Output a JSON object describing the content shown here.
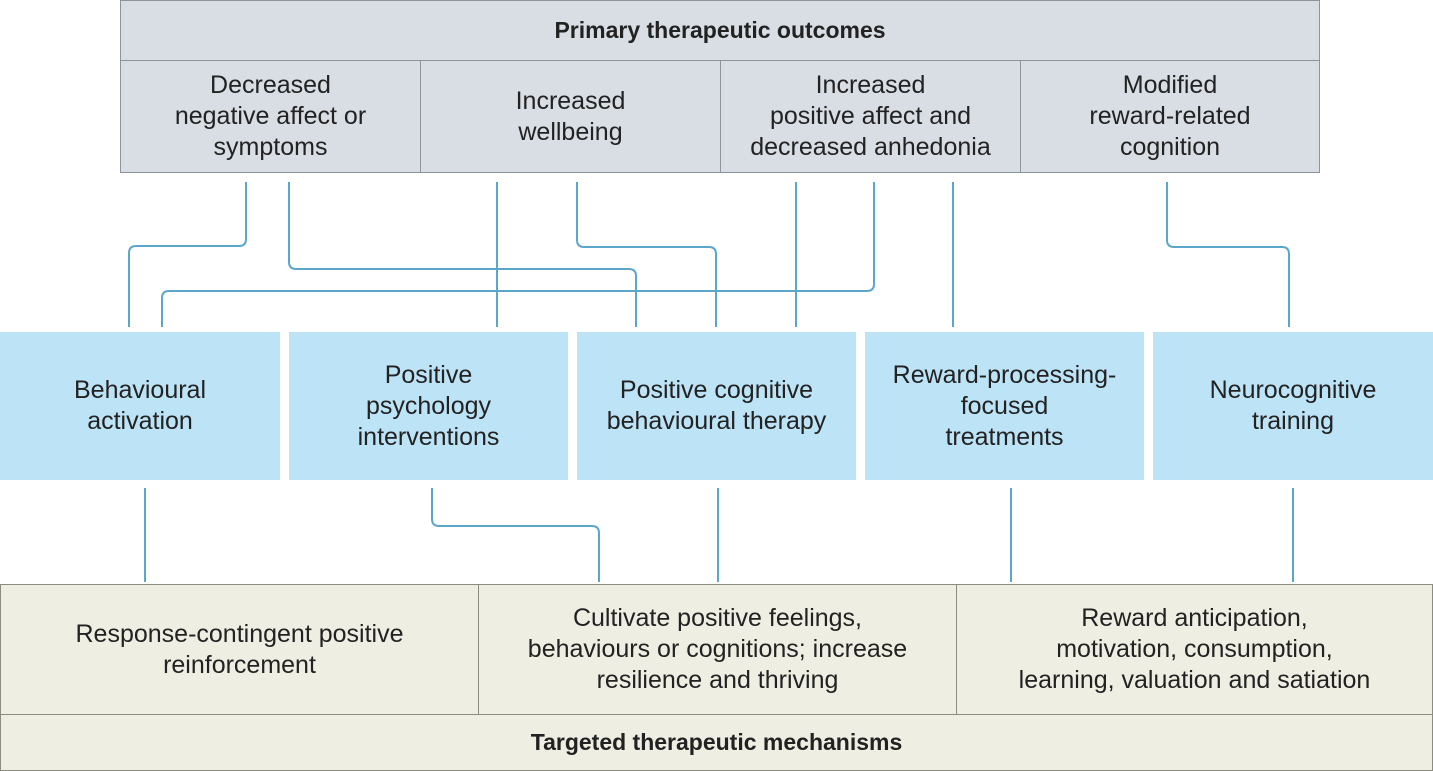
{
  "outcomes": {
    "header": "Primary therapeutic outcomes",
    "items": [
      "Decreased\nnegative affect or\nsymptoms",
      "Increased\nwellbeing",
      "Increased\npositive affect and\ndecreased anhedonia",
      "Modified\nreward-related\ncognition"
    ]
  },
  "interventions": {
    "items": [
      "Behavioural\nactivation",
      "Positive\npsychology\ninterventions",
      "Positive cognitive\nbehavioural therapy",
      "Reward-processing-\nfocused\ntreatments",
      "Neurocognitive\ntraining"
    ]
  },
  "mechanisms": {
    "header": "Targeted therapeutic mechanisms",
    "items": [
      "Response-contingent positive\nreinforcement",
      "Cultivate positive feelings,\nbehaviours or cognitions; increase\nresilience and thriving",
      "Reward anticipation,\nmotivation, consumption,\nlearning, valuation and satiation"
    ]
  },
  "colors": {
    "outcome_fill": "#d9dde4",
    "intervention_fill": "#bde3f7",
    "mechanism_fill": "#eeeee3",
    "connector": "#5ba7cb"
  }
}
